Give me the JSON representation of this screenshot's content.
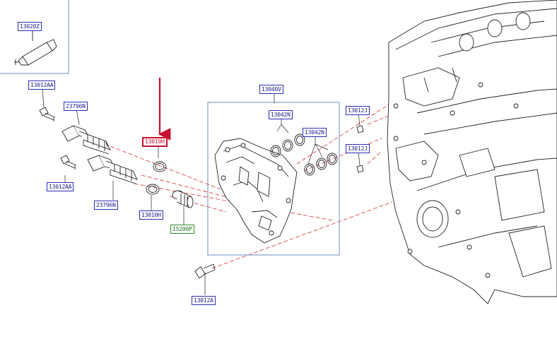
{
  "diagram": {
    "colors": {
      "line": "#222222",
      "leader": "#d23030",
      "callout": "#2b2bb8",
      "callout_alt": "#2e8b2e",
      "highlight": "#c8102e",
      "box": "#6a8fc0"
    },
    "callouts": [
      {
        "id": "c1",
        "label": "13020Z"
      },
      {
        "id": "c2",
        "label": "13012AA"
      },
      {
        "id": "c3",
        "label": "23796N"
      },
      {
        "id": "c4",
        "label": "13010H",
        "highlighted": true
      },
      {
        "id": "c5",
        "label": "13012AA"
      },
      {
        "id": "c6",
        "label": "23796N"
      },
      {
        "id": "c7",
        "label": "13010H"
      },
      {
        "id": "c8",
        "label": "15200P",
        "variant": "green"
      },
      {
        "id": "c9",
        "label": "13040V"
      },
      {
        "id": "c10",
        "label": "13042N"
      },
      {
        "id": "c11",
        "label": "13042N"
      },
      {
        "id": "c12",
        "label": "13012J"
      },
      {
        "id": "c13",
        "label": "13012J"
      },
      {
        "id": "c14",
        "label": "13012A"
      }
    ]
  }
}
